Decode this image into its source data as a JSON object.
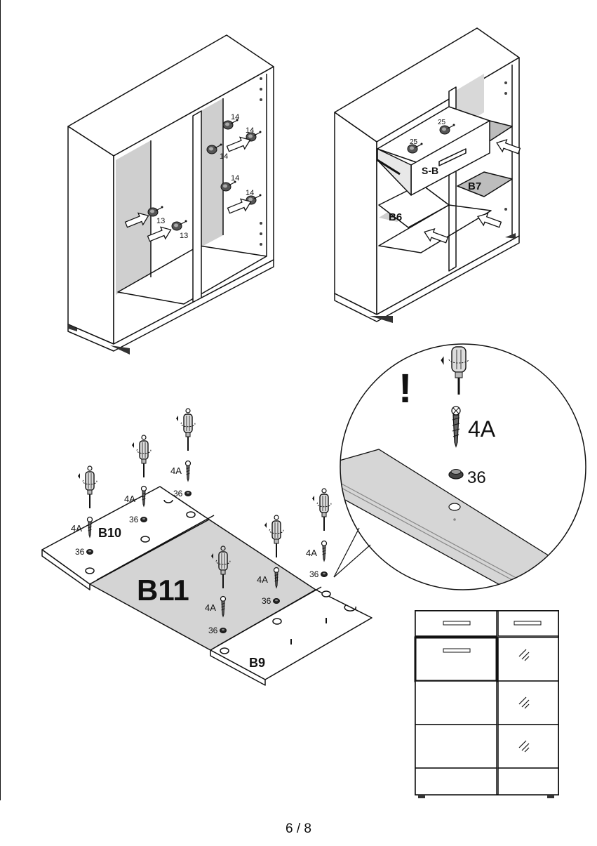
{
  "page_number": "6 / 8",
  "top_left_cabinet": {
    "hardware_labels": [
      "14",
      "14",
      "14",
      "14",
      "14",
      "13",
      "13"
    ]
  },
  "top_right_cabinet": {
    "part_labels": [
      "S-B",
      "B7",
      "B6"
    ],
    "hardware_labels": [
      "25",
      "25"
    ]
  },
  "bottom_assembly": {
    "part_labels": [
      "B10",
      "B11",
      "B9"
    ],
    "screw_label": "4A",
    "cap_label": "36"
  },
  "detail_callout": {
    "warning_mark": "!",
    "screw_label": "4A",
    "cap_label": "36"
  }
}
